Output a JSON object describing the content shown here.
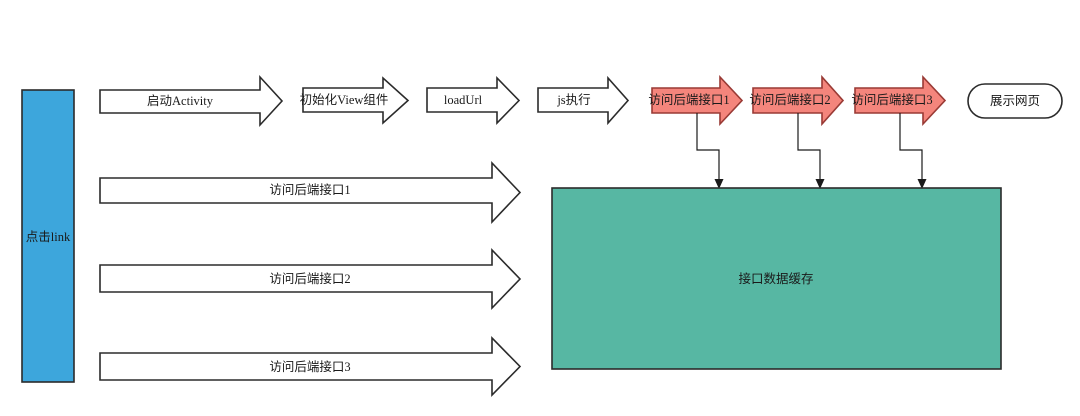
{
  "diagram": {
    "colors": {
      "background": "#ffffff",
      "outline": "#2b2b2b",
      "text": "#1a1a1a",
      "start_node_fill": "#3da6dc",
      "white_arrow_fill": "#ffffff",
      "red_arrow_fill": "#f4857c",
      "red_arrow_stroke": "#993a35",
      "cache_fill": "#57b7a3",
      "connector": "#1a1a1a"
    },
    "start_node": {
      "label": "点击link"
    },
    "top_flow": [
      {
        "label": "启动Activity"
      },
      {
        "label": "初始化View组件"
      },
      {
        "label": "loadUrl"
      },
      {
        "label": "js执行"
      },
      {
        "label": "访问后端接口1"
      },
      {
        "label": "访问后端接口2"
      },
      {
        "label": "访问后端接口3"
      }
    ],
    "end_node": {
      "label": "展示网页"
    },
    "cache_node": {
      "label": "接口数据缓存"
    },
    "bottom_flow": [
      {
        "label": "访问后端接口1"
      },
      {
        "label": "访问后端接口2"
      },
      {
        "label": "访问后端接口3"
      }
    ]
  }
}
